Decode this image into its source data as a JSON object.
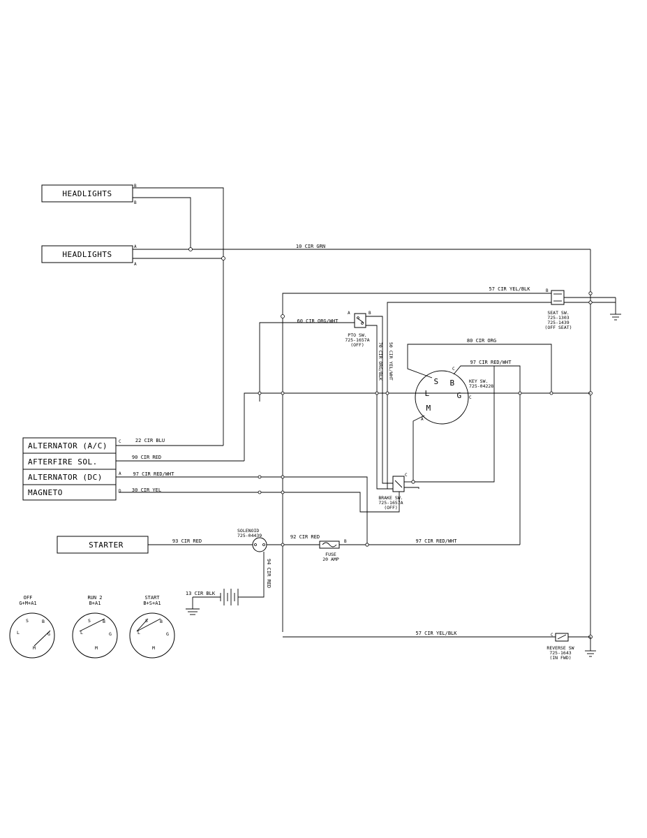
{
  "components": {
    "headlights_1": "HEADLIGHTS",
    "headlights_2": "HEADLIGHTS",
    "alternator_ac": "ALTERNATOR (A/C)",
    "afterfire": "AFTERFIRE SOL.",
    "alternator_dc": "ALTERNATOR (DC)",
    "magneto": "MAGNETO",
    "starter": "STARTER"
  },
  "wires": {
    "w10": "10 CIR GRN",
    "w57_top": "57 CIR YEL/BLK",
    "w60": "60 CIR ORG/WHT",
    "w80": "80 CIR ORG",
    "w97_key": "97 CIR RED/WHT",
    "w22": "22 CIR BLU",
    "w90": "90 CIR RED",
    "w97_alt": "97 CIR RED/WHT",
    "w30": "30 CIR YEL",
    "w93": "93 CIR RED",
    "w92": "92 CIR RED",
    "w97_fuse": "97 CIR RED/WHT",
    "w94": "94 CIR RED",
    "w13": "13 CIR BLK",
    "w57_bot": "57 CIR YEL/BLK",
    "w70": "70 CIR ORG/BLK",
    "w50": "50 CIR YEL/WHT"
  },
  "switches": {
    "seat": [
      "SEAT SW.",
      "725-1303",
      "725-1439",
      "(OFF SEAT)"
    ],
    "pto": [
      "PTO SW.",
      "725-1657A",
      "(OFF)"
    ],
    "key": [
      "KEY SW.",
      "725-04228"
    ],
    "brake": [
      "BRAKE SW.",
      "725-1657A",
      "(OFF)"
    ],
    "solenoid": [
      "SOLENOID",
      "725-04439"
    ],
    "fuse": [
      "FUSE",
      "20 AMP"
    ],
    "reverse": [
      "REVERSE SW",
      "725-1643",
      "(IN FWD)"
    ]
  },
  "key_terminals": {
    "s": "S",
    "b": "B",
    "l": "L",
    "g": "G",
    "m": "M"
  },
  "pins": {
    "a": "A",
    "b": "B",
    "c": "C",
    "d": "D"
  },
  "key_positions": [
    {
      "name": "OFF",
      "combo": "G+M+A1"
    },
    {
      "name": "RUN 2",
      "combo": "B+A1"
    },
    {
      "name": "START",
      "combo": "B+S+A1"
    }
  ]
}
